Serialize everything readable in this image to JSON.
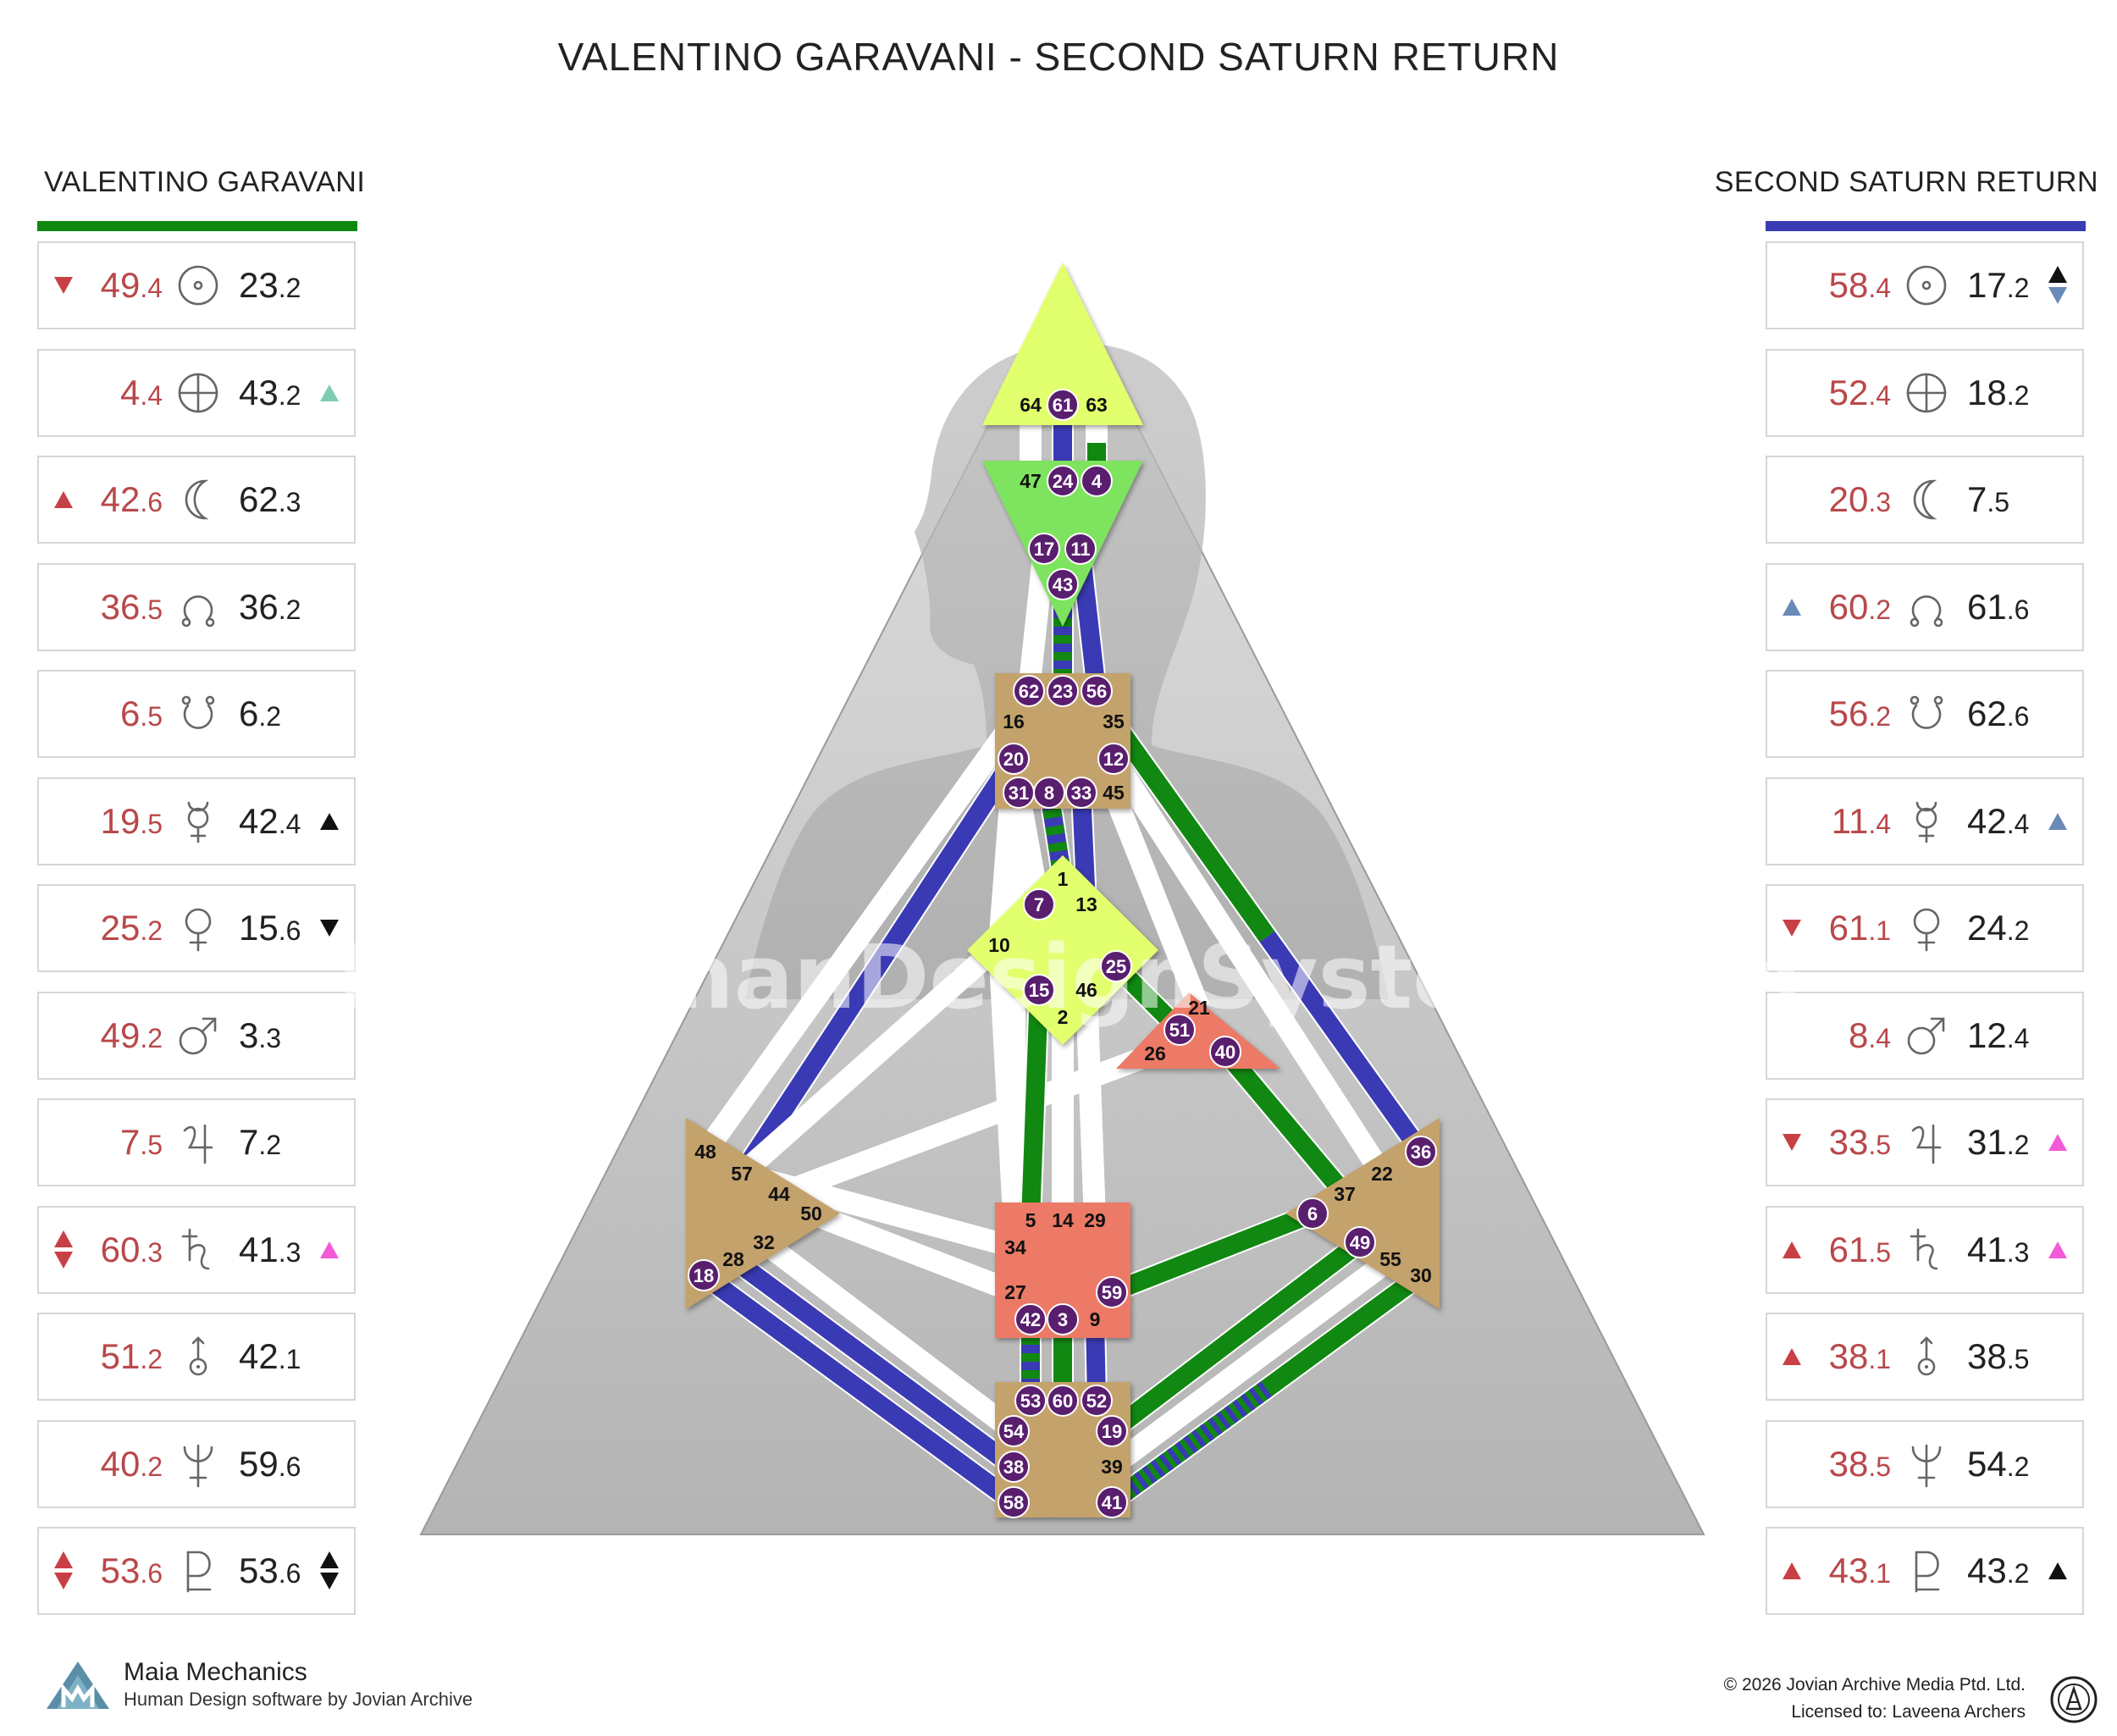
{
  "title": "VALENTINO GARAVANI - SECOND SATURN RETURN",
  "left_column": {
    "heading": "VALENTINO GARAVANI",
    "accent_color": "#118811"
  },
  "right_column": {
    "heading": "SECOND SATURN RETURN",
    "accent_color": "#3a3ab4"
  },
  "left_rows": [
    {
      "planet": "sun-icon",
      "design_gate": "49",
      "design_line": ".4",
      "pers_gate": "23",
      "pers_line": ".2",
      "left_mark": "down-red",
      "right_mark": ""
    },
    {
      "planet": "earth-icon",
      "design_gate": "4",
      "design_line": ".4",
      "pers_gate": "43",
      "pers_line": ".2",
      "left_mark": "",
      "right_mark": "up-teal"
    },
    {
      "planet": "moon-icon",
      "design_gate": "42",
      "design_line": ".6",
      "pers_gate": "62",
      "pers_line": ".3",
      "left_mark": "up-red",
      "right_mark": ""
    },
    {
      "planet": "north-node-icon",
      "design_gate": "36",
      "design_line": ".5",
      "pers_gate": "36",
      "pers_line": ".2",
      "left_mark": "",
      "right_mark": ""
    },
    {
      "planet": "south-node-icon",
      "design_gate": "6",
      "design_line": ".5",
      "pers_gate": "6",
      "pers_line": ".2",
      "left_mark": "",
      "right_mark": ""
    },
    {
      "planet": "mercury-icon",
      "design_gate": "19",
      "design_line": ".5",
      "pers_gate": "42",
      "pers_line": ".4",
      "left_mark": "",
      "right_mark": "up-black"
    },
    {
      "planet": "venus-icon",
      "design_gate": "25",
      "design_line": ".2",
      "pers_gate": "15",
      "pers_line": ".6",
      "left_mark": "",
      "right_mark": "down-black"
    },
    {
      "planet": "mars-icon",
      "design_gate": "49",
      "design_line": ".2",
      "pers_gate": "3",
      "pers_line": ".3",
      "left_mark": "",
      "right_mark": ""
    },
    {
      "planet": "jupiter-icon",
      "design_gate": "7",
      "design_line": ".5",
      "pers_gate": "7",
      "pers_line": ".2",
      "left_mark": "",
      "right_mark": ""
    },
    {
      "planet": "saturn-icon",
      "design_gate": "60",
      "design_line": ".3",
      "pers_gate": "41",
      "pers_line": ".3",
      "left_mark": "updown-red",
      "right_mark": "up-pink"
    },
    {
      "planet": "uranus-icon",
      "design_gate": "51",
      "design_line": ".2",
      "pers_gate": "42",
      "pers_line": ".1",
      "left_mark": "",
      "right_mark": ""
    },
    {
      "planet": "neptune-icon",
      "design_gate": "40",
      "design_line": ".2",
      "pers_gate": "59",
      "pers_line": ".6",
      "left_mark": "",
      "right_mark": ""
    },
    {
      "planet": "pluto-icon",
      "design_gate": "53",
      "design_line": ".6",
      "pers_gate": "53",
      "pers_line": ".6",
      "left_mark": "updown-red",
      "right_mark": "updown-black"
    }
  ],
  "right_rows": [
    {
      "planet": "sun-icon",
      "design_gate": "58",
      "design_line": ".4",
      "pers_gate": "17",
      "pers_line": ".2",
      "left_mark": "",
      "right_mark": "up-black-down-blue"
    },
    {
      "planet": "earth-icon",
      "design_gate": "52",
      "design_line": ".4",
      "pers_gate": "18",
      "pers_line": ".2",
      "left_mark": "",
      "right_mark": ""
    },
    {
      "planet": "moon-icon",
      "design_gate": "20",
      "design_line": ".3",
      "pers_gate": "7",
      "pers_line": ".5",
      "left_mark": "",
      "right_mark": ""
    },
    {
      "planet": "north-node-icon",
      "design_gate": "60",
      "design_line": ".2",
      "pers_gate": "61",
      "pers_line": ".6",
      "left_mark": "up-blue",
      "right_mark": ""
    },
    {
      "planet": "south-node-icon",
      "design_gate": "56",
      "design_line": ".2",
      "pers_gate": "62",
      "pers_line": ".6",
      "left_mark": "",
      "right_mark": ""
    },
    {
      "planet": "mercury-icon",
      "design_gate": "11",
      "design_line": ".4",
      "pers_gate": "42",
      "pers_line": ".4",
      "left_mark": "",
      "right_mark": "up-blue"
    },
    {
      "planet": "venus-icon",
      "design_gate": "61",
      "design_line": ".1",
      "pers_gate": "24",
      "pers_line": ".2",
      "left_mark": "down-red",
      "right_mark": ""
    },
    {
      "planet": "mars-icon",
      "design_gate": "8",
      "design_line": ".4",
      "pers_gate": "12",
      "pers_line": ".4",
      "left_mark": "",
      "right_mark": ""
    },
    {
      "planet": "jupiter-icon",
      "design_gate": "33",
      "design_line": ".5",
      "pers_gate": "31",
      "pers_line": ".2",
      "left_mark": "down-red",
      "right_mark": "up-pink"
    },
    {
      "planet": "saturn-icon",
      "design_gate": "61",
      "design_line": ".5",
      "pers_gate": "41",
      "pers_line": ".3",
      "left_mark": "up-red",
      "right_mark": "up-pink"
    },
    {
      "planet": "uranus-icon",
      "design_gate": "38",
      "design_line": ".1",
      "pers_gate": "38",
      "pers_line": ".5",
      "left_mark": "up-red",
      "right_mark": ""
    },
    {
      "planet": "neptune-icon",
      "design_gate": "38",
      "design_line": ".5",
      "pers_gate": "54",
      "pers_line": ".2",
      "left_mark": "",
      "right_mark": ""
    },
    {
      "planet": "pluto-icon",
      "design_gate": "43",
      "design_line": ".1",
      "pers_gate": "43",
      "pers_line": ".2",
      "left_mark": "up-red",
      "right_mark": "up-black"
    }
  ],
  "bodygraph": {
    "watermark": "TheHumanDesignSystem.com",
    "head_gates": [
      "64",
      "61",
      "63"
    ],
    "ajna_gates": [
      "47",
      "24",
      "4",
      "17",
      "11",
      "43"
    ],
    "throat_gates": [
      "62",
      "23",
      "56",
      "16",
      "35",
      "20",
      "12",
      "31",
      "8",
      "33",
      "45"
    ],
    "g_gates": [
      "1",
      "7",
      "13",
      "10",
      "25",
      "15",
      "46",
      "2"
    ],
    "heart_gates": [
      "21",
      "51",
      "26",
      "40"
    ],
    "spleen_gates": [
      "48",
      "57",
      "44",
      "50",
      "32",
      "28",
      "18"
    ],
    "solar_plexus_gates": [
      "36",
      "22",
      "37",
      "6",
      "49",
      "55",
      "30"
    ],
    "sacral_gates": [
      "5",
      "14",
      "29",
      "34",
      "27",
      "59",
      "42",
      "3",
      "9"
    ],
    "root_gates": [
      "53",
      "60",
      "52",
      "54",
      "19",
      "38",
      "39",
      "58",
      "41"
    ],
    "active_gates": [
      "61",
      "24",
      "4",
      "17",
      "11",
      "43",
      "62",
      "23",
      "56",
      "20",
      "12",
      "31",
      "8",
      "33",
      "7",
      "25",
      "15",
      "51",
      "40",
      "36",
      "6",
      "49",
      "59",
      "42",
      "3",
      "18",
      "53",
      "60",
      "52",
      "54",
      "19",
      "38",
      "58",
      "41"
    ],
    "colors": {
      "head": "#e2ff6e",
      "ajna": "#7ee35e",
      "throat": "#c4a26c",
      "g": "#e2ff6e",
      "heart": "#ec7a66",
      "spleen": "#c4a26c",
      "solar_plexus": "#c4a26c",
      "sacral": "#ec7a66",
      "root": "#c4a26c",
      "personality_channel": "#3a3ab4",
      "design_channel": "#118811",
      "inactive_channel": "#ffffff",
      "gate_marker": "#5a1e6e"
    }
  },
  "footer": {
    "brand": "Maia Mechanics",
    "sub_brand": "Human Design software by Jovian Archive",
    "copyright": "© 2026 Jovian Archive Media Ptd. Ltd.",
    "license": "Licensed to: Laveena Archers"
  }
}
